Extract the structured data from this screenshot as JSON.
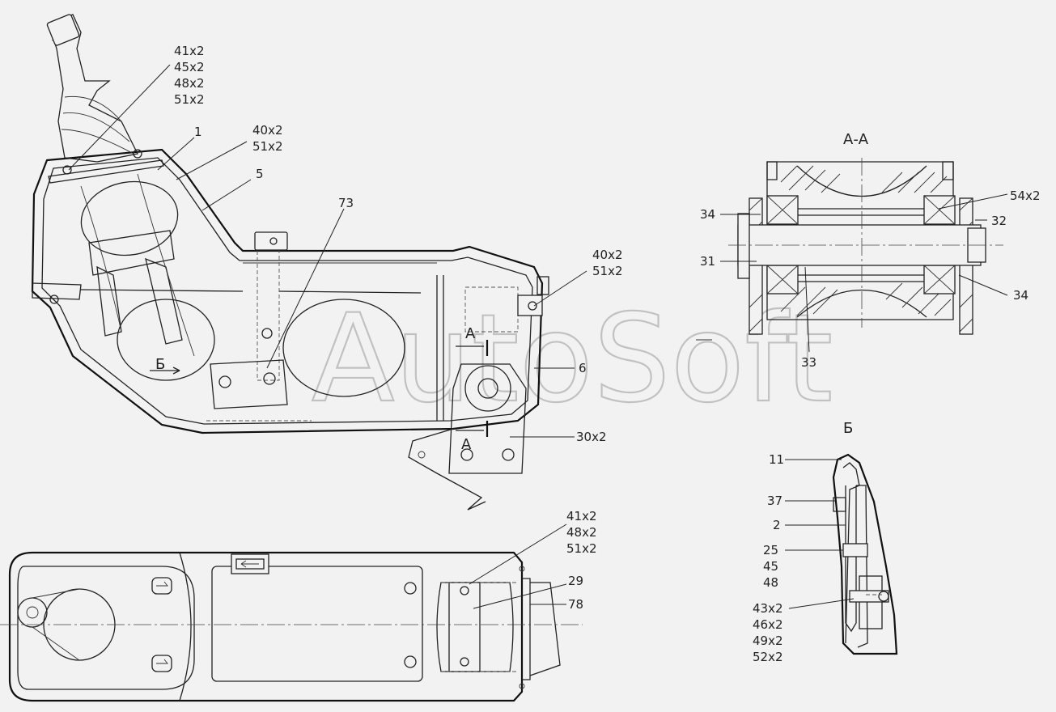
{
  "watermark": "AutoSoft",
  "sections": {
    "section_aa": "А-А",
    "view_b": "Б",
    "marker_a": "А",
    "marker_b": "Б"
  },
  "main_view_labels": {
    "l41x2": "41x2",
    "l45x2": "45x2",
    "l48x2": "48x2",
    "l51x2": "51x2",
    "l1": "1",
    "l40x2": "40x2",
    "l51x2b": "51x2",
    "l5": "5",
    "l73": "73",
    "l40x2b": "40x2",
    "l51x2c": "51x2",
    "l6": "6",
    "l30x2": "30x2"
  },
  "section_labels": {
    "l54x2": "54x2",
    "l34a": "34",
    "l32": "32",
    "l31": "31",
    "l34b": "34",
    "l33": "33"
  },
  "plan_labels": {
    "l41x2": "41x2",
    "l48x2": "48x2",
    "l51x2": "51x2",
    "l29": "29",
    "l78": "78"
  },
  "view_b_labels": {
    "l11": "11",
    "l37": "37",
    "l2": "2",
    "l25": "25",
    "l45": "45",
    "l48": "48",
    "l43x2": "43x2",
    "l46x2": "46x2",
    "l49x2": "49x2",
    "l52x2": "52x2"
  }
}
